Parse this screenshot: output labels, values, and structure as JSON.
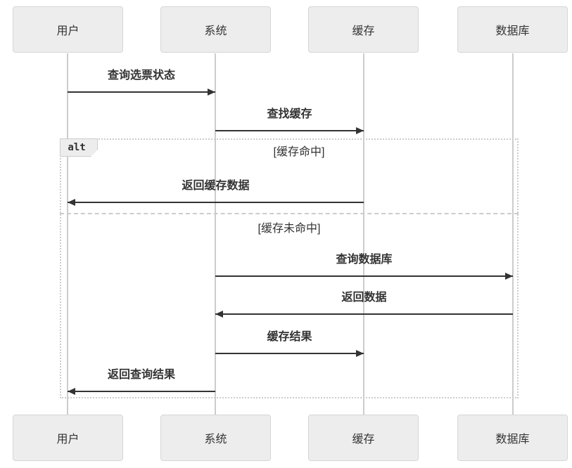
{
  "diagram": {
    "type": "sequence-diagram",
    "actors": [
      {
        "id": "user",
        "label": "用户"
      },
      {
        "id": "system",
        "label": "系统"
      },
      {
        "id": "cache",
        "label": "缓存"
      },
      {
        "id": "db",
        "label": "数据库"
      }
    ],
    "messages": [
      {
        "from": "用户",
        "to": "系统",
        "label": "查询选票状态",
        "arrow": "solid-right"
      },
      {
        "from": "系统",
        "to": "缓存",
        "label": "查找缓存",
        "arrow": "solid-right"
      },
      {
        "from": "缓存",
        "to": "用户",
        "label": "返回缓存数据",
        "arrow": "solid-left"
      },
      {
        "from": "系统",
        "to": "数据库",
        "label": "查询数据库",
        "arrow": "solid-right"
      },
      {
        "from": "数据库",
        "to": "系统",
        "label": "返回数据",
        "arrow": "solid-left"
      },
      {
        "from": "系统",
        "to": "缓存",
        "label": "缓存结果",
        "arrow": "solid-right"
      },
      {
        "from": "系统",
        "to": "用户",
        "label": "返回查询结果",
        "arrow": "solid-left"
      }
    ],
    "alt": {
      "label": "alt",
      "sections": [
        {
          "condition": "[缓存命中]"
        },
        {
          "condition": "[缓存未命中]"
        }
      ]
    },
    "colors": {
      "background": "#ffffff",
      "actor_fill": "#ededed",
      "actor_border": "#d6d6d6",
      "text": "#333333",
      "message_line": "#333333",
      "lifeline": "#cccccc",
      "frame_border": "#cccccc"
    }
  }
}
